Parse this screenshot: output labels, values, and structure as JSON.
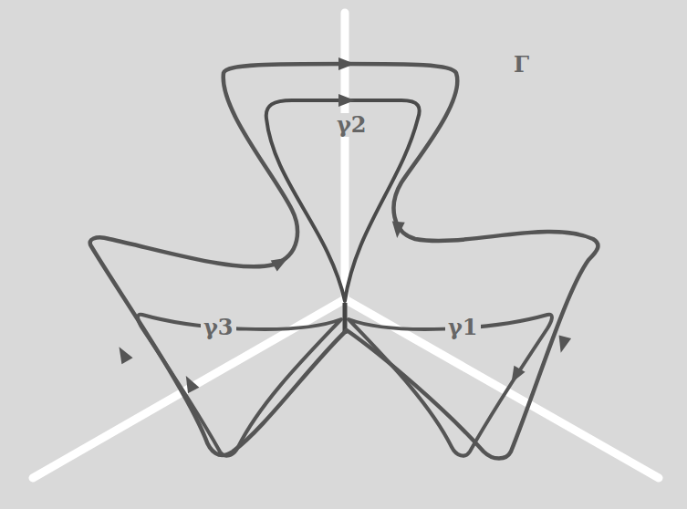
{
  "diagram": {
    "labels": [
      "Γ",
      "γ2",
      "γ3",
      "γ1"
    ]
  }
}
